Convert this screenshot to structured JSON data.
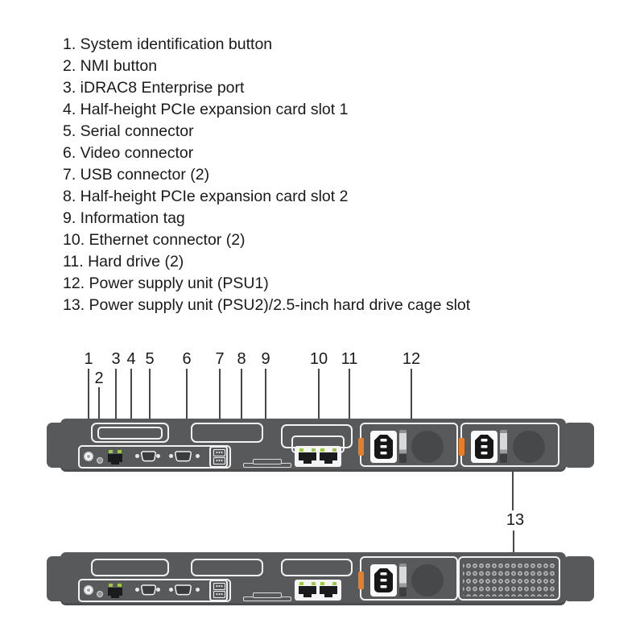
{
  "legend": {
    "items": [
      "1. System identification button",
      "2. NMI button",
      "3. iDRAC8 Enterprise port",
      "4. Half-height PCIe expansion card slot 1",
      "5. Serial connector",
      "6. Video connector",
      "7. USB connector (2)",
      "8. Half-height PCIe expansion card slot 2",
      "9. Information tag",
      "10. Ethernet connector (2)",
      "11. Hard drive (2)",
      "12. Power supply unit (PSU1)",
      "13. Power supply unit (PSU2)/2.5-inch hard drive cage slot"
    ]
  },
  "callouts": {
    "numbers": [
      "1",
      "2",
      "3",
      "4",
      "5",
      "6",
      "7",
      "8",
      "9",
      "10",
      "11",
      "12"
    ],
    "psu2_cage": "13"
  },
  "colors": {
    "chassis": "#58595b",
    "chassis_dark": "#47484a",
    "outline": "#f2f2f2",
    "led_green": "#9acb3c",
    "latch_orange": "#e87f28",
    "port_black": "#1a1b1c",
    "line": "#474747",
    "text": "#1a1a1a",
    "ring": "#b4b5b7"
  }
}
